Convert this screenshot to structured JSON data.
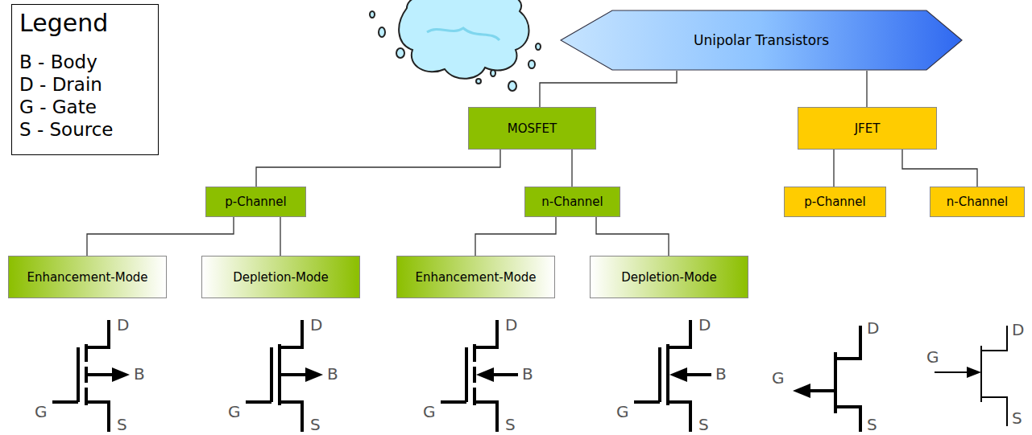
{
  "diagram": {
    "nodes": [
      {
        "text": [
          "Unipolar Transistors"
        ]
      },
      {
        "text": [
          "MOSFET"
        ]
      },
      {
        "text": [
          "JFET"
        ]
      },
      {
        "text": [
          "p-Channel"
        ]
      },
      {
        "text": [
          "n-Channel"
        ]
      },
      {
        "text": [
          "p-Channel"
        ]
      },
      {
        "text": [
          "n-Channel"
        ]
      },
      {
        "text": [
          "Enhancement-Mode"
        ]
      },
      {
        "text": [
          "Depletion-Mode"
        ]
      },
      {
        "text": [
          "Enhancement-Mode"
        ]
      },
      {
        "text": [
          "Depletion-Mode"
        ]
      }
    ],
    "edges": [
      {
        "from": 0,
        "to": 1,
        "arrow": "none"
      },
      {
        "from": 0,
        "to": 2,
        "arrow": "none"
      },
      {
        "from": 1,
        "to": 3,
        "arrow": "none"
      },
      {
        "from": 1,
        "to": 4,
        "arrow": "none"
      },
      {
        "from": 2,
        "to": 5,
        "arrow": "none"
      },
      {
        "from": 2,
        "to": 6,
        "arrow": "none"
      },
      {
        "from": 3,
        "to": 7,
        "arrow": "none"
      },
      {
        "from": 3,
        "to": 8,
        "arrow": "none"
      },
      {
        "from": 4,
        "to": 9,
        "arrow": "none"
      },
      {
        "from": 4,
        "to": 10,
        "arrow": "none"
      }
    ],
    "labels": [
      "Legend",
      "D",
      "G",
      "B",
      "S",
      "D",
      "G",
      "B",
      "S",
      "D",
      "G",
      "B",
      "S",
      "D",
      "G",
      "B",
      "S",
      "D",
      "G",
      "S",
      "D",
      "G",
      "S"
    ],
    "legend": [
      {
        "text": "B - Body"
      },
      {
        "text": "D - Drain"
      },
      {
        "text": "G - Gate"
      },
      {
        "text": "S - Source"
      }
    ]
  }
}
